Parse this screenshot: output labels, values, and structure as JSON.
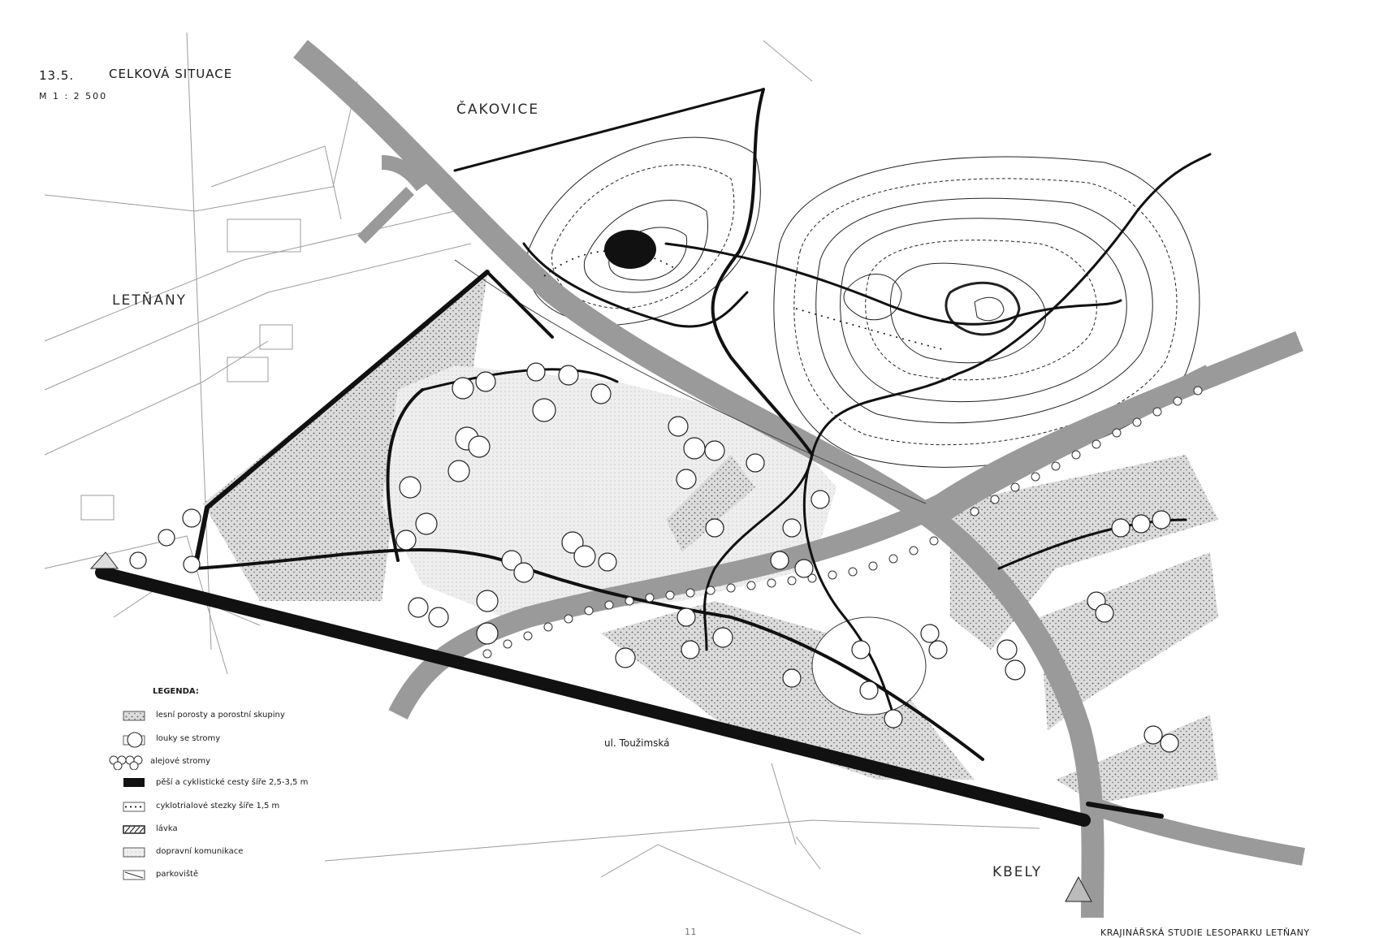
{
  "header": {
    "number": "13.5.",
    "title": "CELKOVÁ SITUACE",
    "scale": "M 1 : 2 500"
  },
  "places": {
    "cakovice": "ČAKOVICE",
    "letnany": "LETŇANY",
    "kbely": "KBELY",
    "street": "ul. Toužimská"
  },
  "legend": {
    "title": "LEGENDA:",
    "items": [
      {
        "symbol": "forest-hatch",
        "label": "lesní porosty a porostní skupiny"
      },
      {
        "symbol": "tree-circle",
        "label": "louky se stromy"
      },
      {
        "symbol": "alley-circles",
        "label": "alejové stromy"
      },
      {
        "symbol": "black-path",
        "label": "pěší a cyklistické cesty šíře 2,5-3,5 m"
      },
      {
        "symbol": "dotted-trail",
        "label": "cyklotrialové stezky šíře 1,5 m"
      },
      {
        "symbol": "footbridge-hatch",
        "label": "lávka"
      },
      {
        "symbol": "grey-road",
        "label": "dopravní komunikace"
      },
      {
        "symbol": "parking",
        "label": "parkoviště"
      }
    ]
  },
  "footer": {
    "page_mark": "11",
    "study_title": "KRAJINÁŘSKÁ STUDIE LESOPARKU LETŇANY"
  },
  "colors": {
    "road_grey": "#9a9a9a",
    "path_black": "#111111",
    "forest_fill": "#d7d7d7"
  }
}
